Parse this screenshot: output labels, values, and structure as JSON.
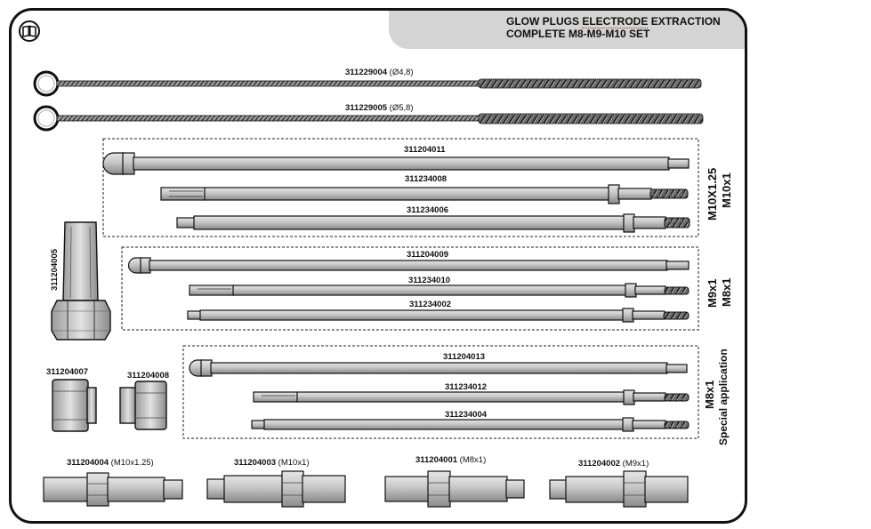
{
  "title": {
    "line1_prefix": "GLOW PLUGS ",
    "line1_underlined": "ELECTRODE",
    "line1_suffix": " EXTRACTION",
    "line2": "COMPLETE M8-M9-M10 SET"
  },
  "extractors": [
    {
      "code": "311229004",
      "spec": "(Ø4,8)"
    },
    {
      "code": "311229005",
      "spec": "(Ø5,8)"
    }
  ],
  "group_m10": {
    "parts": [
      "311204011",
      "311234008",
      "311234006"
    ],
    "thread_label_1": "M10X1.25",
    "thread_label_2": "M10x1"
  },
  "group_m9": {
    "parts": [
      "311204009",
      "311234010",
      "311234002"
    ],
    "thread_label_1": "M9x1",
    "thread_label_2": "M8x1"
  },
  "group_special": {
    "parts": [
      "311204013",
      "311234012",
      "311234004"
    ],
    "thread_label_1": "M8x1",
    "thread_label_2": "Special application"
  },
  "socket": {
    "code": "311204005"
  },
  "nuts": [
    {
      "code": "311204007"
    },
    {
      "code": "311204008"
    }
  ],
  "adapters": [
    {
      "code": "311204004",
      "spec": "(M10x1.25)"
    },
    {
      "code": "311204003",
      "spec": "(M10x1)"
    },
    {
      "code": "311204001",
      "spec": "(M8x1)"
    },
    {
      "code": "311204002",
      "spec": "(M9x1)"
    }
  ]
}
